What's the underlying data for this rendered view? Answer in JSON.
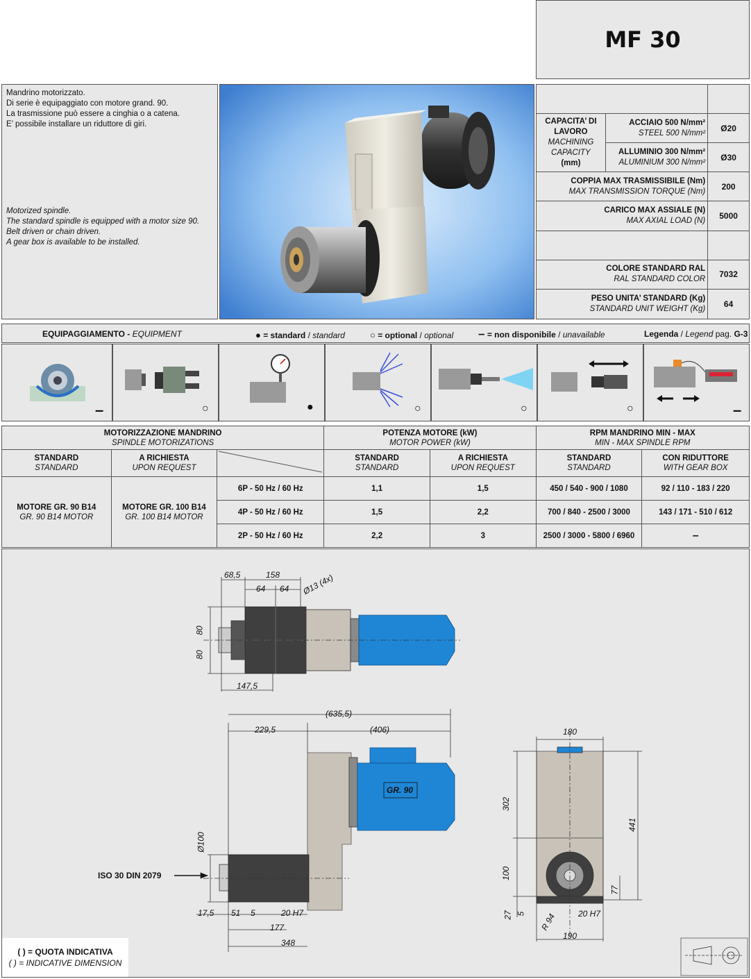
{
  "header": {
    "title": "MF 30"
  },
  "description": {
    "it": [
      "Mandrino motorizzato.",
      "Di serie è equipaggiato con motore grand. 90.",
      "La trasmissione può essere a cinghia o a catena.",
      "E’ possibile installare un riduttore di giri."
    ],
    "en": [
      "Motorized spindle.",
      "The standard spindle is equipped with a motor size 90.",
      "Belt driven or chain driven.",
      "A gear box is available to be installed."
    ]
  },
  "specs": {
    "capacity_it": "CAPACITA’ DI LAVORO",
    "capacity_en": "MACHINING CAPACITY",
    "capacity_unit": "(mm)",
    "steel_it": "ACCIAIO 500 N/mm²",
    "steel_en": "STEEL 500 N/mm²",
    "steel_val": "Ø20",
    "alu_it": "ALLUMINIO 300 N/mm²",
    "alu_en": "ALUMINIUM 300 N/mm²",
    "alu_val": "Ø30",
    "torque_it": "COPPIA MAX TRASMISSIBILE (Nm)",
    "torque_en": "MAX TRANSMISSION TORQUE (Nm)",
    "torque_val": "200",
    "load_it": "CARICO MAX ASSIALE (N)",
    "load_en": "MAX AXIAL LOAD (N)",
    "load_val": "5000",
    "color_it": "COLORE STANDARD RAL",
    "color_en": "RAL STANDARD COLOR",
    "color_val": "7032",
    "weight_it": "PESO UNITA’ STANDARD (Kg)",
    "weight_en": "STANDARD UNIT WEIGHT (Kg)",
    "weight_val": "64"
  },
  "equipment": {
    "title_it": "EQUIPAGGIAMENTO - ",
    "title_en": "EQUIPMENT",
    "legend_std_sym": "●",
    "legend_std_it": "= standard",
    "legend_std_en": "standard",
    "legend_opt_sym": "○",
    "legend_opt_it": "= optional",
    "legend_opt_en": "optional",
    "legend_na_sym": "–",
    "legend_na_it": "= non disponibile",
    "legend_na_en": "unavailable",
    "legenda_it": "Legenda",
    "legenda_en": "Legend",
    "legenda_page": "pag.",
    "legenda_ref": "G-3",
    "items": [
      "–",
      "○",
      "●",
      "○",
      "○",
      "○",
      "–"
    ]
  },
  "motor_table": {
    "h_motor_it": "MOTORIZZAZIONE MANDRINO",
    "h_motor_en": "SPINDLE MOTORIZATIONS",
    "h_power_it": "POTENZA MOTORE (kW)",
    "h_power_en": "MOTOR POWER (kW)",
    "h_rpm_it": "RPM MANDRINO MIN - MAX",
    "h_rpm_en": "MIN - MAX SPINDLE RPM",
    "std_it": "STANDARD",
    "std_en": "STANDARD",
    "req_it": "A RICHIESTA",
    "req_en": "UPON REQUEST",
    "gear_it": "CON RIDUTTORE",
    "gear_en": "WITH GEAR BOX",
    "motor_std_it": "MOTORE  GR. 90  B14",
    "motor_std_en": "GR. 90  B14  MOTOR",
    "motor_req_it": "MOTORE  GR. 100  B14",
    "motor_req_en": "GR. 100  B14  MOTOR",
    "rows": [
      {
        "freq": "6P - 50 Hz / 60 Hz",
        "p_std": "1,1",
        "p_req": "1,5",
        "rpm_std": "450 / 540 - 900 / 1080",
        "rpm_gear": "92 / 110 - 183 / 220"
      },
      {
        "freq": "4P - 50 Hz / 60 Hz",
        "p_std": "1,5",
        "p_req": "2,2",
        "rpm_std": "700 / 840 - 2500 / 3000",
        "rpm_gear": "143 / 171 - 510 / 612"
      },
      {
        "freq": "2P - 50 Hz / 60 Hz",
        "p_std": "2,2",
        "p_req": "3",
        "rpm_std": "2500 / 3000 - 5800 / 6960",
        "rpm_gear": "–"
      }
    ]
  },
  "drawing": {
    "top": {
      "d685": "68,5",
      "d158": "158",
      "d64a": "64",
      "d64b": "64",
      "d13": "Ø13 (4x)",
      "d80a": "80",
      "d80b": "80",
      "d1475": "147,5"
    },
    "side": {
      "d6355": "(635,5)",
      "d2295": "229,5",
      "d406": "(406)",
      "d100": "Ø100",
      "iso": "ISO 30 DIN 2079",
      "motor_label": "GR. 90",
      "d175": "17,5",
      "d51": "51",
      "d5": "5",
      "d20": "20 H7",
      "d177": "177",
      "d348": "348"
    },
    "front": {
      "d180": "180",
      "d302": "302",
      "d441": "441",
      "d100": "100",
      "d77": "77",
      "d27": "27",
      "d5": "5",
      "r94": "R 94",
      "d20": "20 H7",
      "d190": "190"
    },
    "note_it": "( ) = QUOTA INDICATIVA",
    "note_en": "( ) = INDICATIVE DIMENSION"
  },
  "colors": {
    "panel": "#e8e8e8",
    "motor_blue": "#1f86d6",
    "housing": "#c8c2b8",
    "dark_steel": "#3c3c3c"
  }
}
